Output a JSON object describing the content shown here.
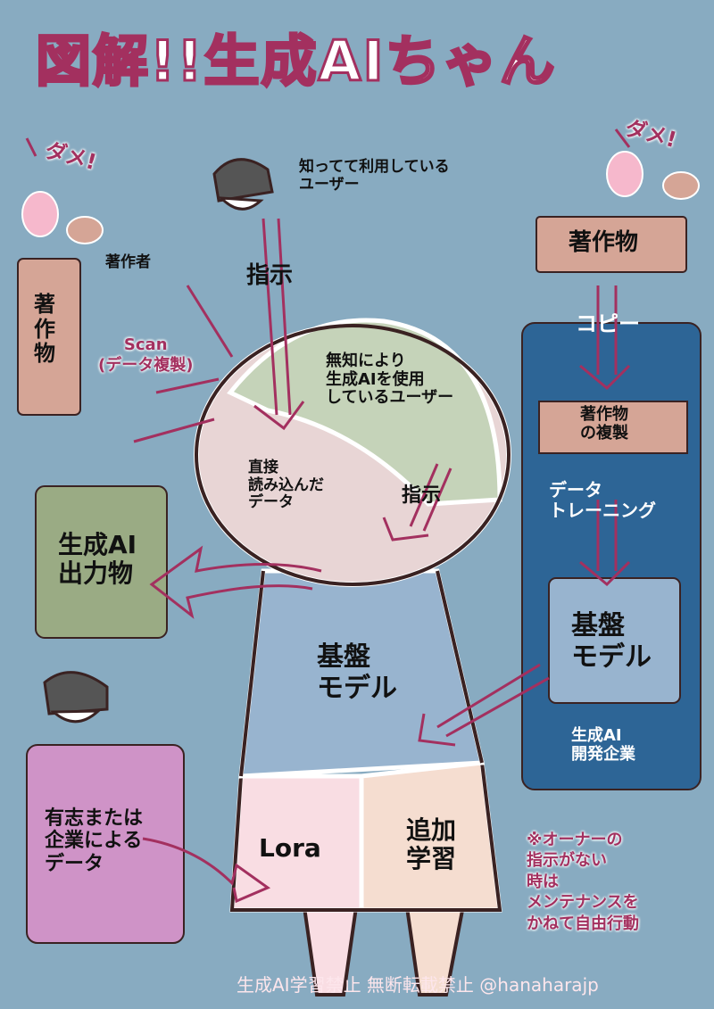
{
  "title": "図解!!生成AIちゃん",
  "left": {
    "dame": "ダメ!",
    "author": "著作者",
    "work": "著作物",
    "scan": "Scan\n(データ複製)"
  },
  "right": {
    "dame": "ダメ!",
    "work": "著作物",
    "copy": "コピー",
    "copy_work": "著作物\nの複製",
    "training": "データ\nトレーニング",
    "base_model": "基盤\nモデル",
    "company": "生成AI\n開発企業"
  },
  "top_user": "知ってて利用している\nユーザー",
  "instruction1": "指示",
  "head_user": "無知により\n生成AIを使用\nしているユーザー",
  "direct_data": "直接\n読み込んだ\nデータ",
  "instruction2": "指示",
  "output": "生成AI\n出力物",
  "body_base_model": "基盤\nモデル",
  "volunteer": "有志または\n企業による\nデータ",
  "lora": "Lora",
  "extra": "追加\n学習",
  "note": "※オーナーの\n指示がない\n時は\nメンテナンスを\nかねて自由行動",
  "watermark": "生成AI学習禁止 無断転載禁止 @hanaharajp"
}
